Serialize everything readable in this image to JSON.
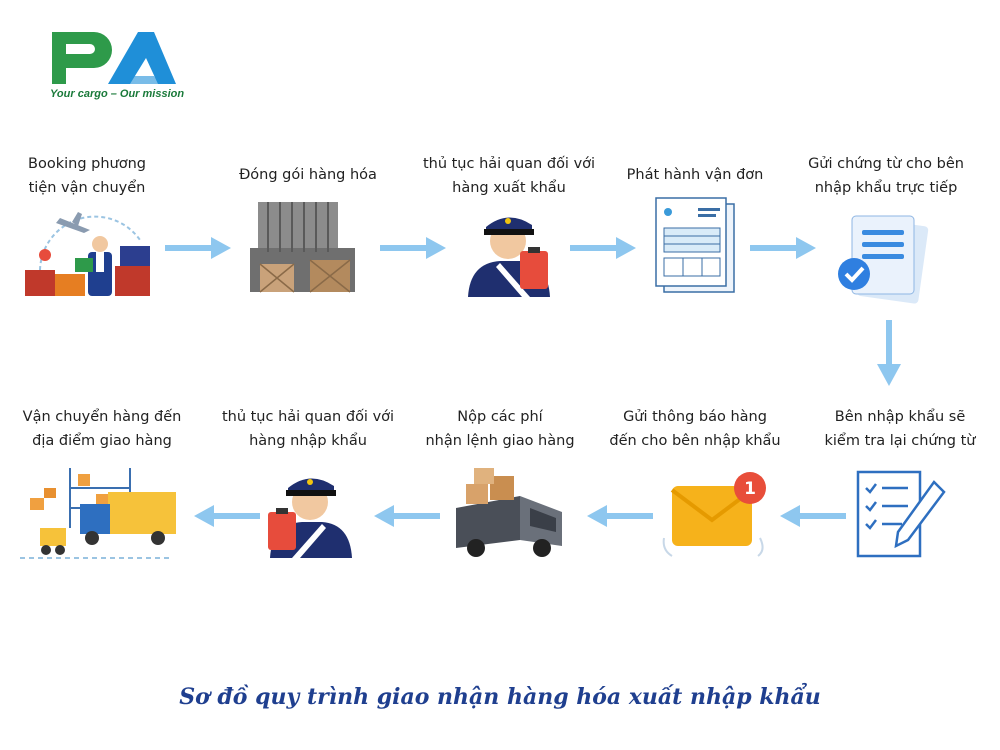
{
  "logo": {
    "letters": "PA",
    "tagline": "Your cargo – Our mission"
  },
  "colors": {
    "green": "#2e9a4a",
    "blue": "#1f8fd8",
    "arrow": "#8ec7ef",
    "caption": "#1f3f8f"
  },
  "steps_top": [
    {
      "line1": "Booking phương",
      "line2": "tiện vận chuyển",
      "icon": "logistics-person-icon"
    },
    {
      "line1": "Đóng gói hàng hóa",
      "line2": "",
      "icon": "shipping-container-icon"
    },
    {
      "line1": "thủ tục hải quan đối với",
      "line2": "hàng xuất khẩu",
      "icon": "customs-officer-icon"
    },
    {
      "line1": "Phát hành vận đơn",
      "line2": "",
      "icon": "bill-of-lading-icon"
    },
    {
      "line1": "Gửi chứng từ cho bên",
      "line2": "nhập khẩu trực tiếp",
      "icon": "documents-check-icon"
    }
  ],
  "steps_bottom": [
    {
      "line1": "Vận chuyển hàng đến",
      "line2": "địa điểm giao hàng",
      "icon": "warehouse-delivery-icon"
    },
    {
      "line1": "thủ tục hải quan đối với",
      "line2": "hàng nhập khẩu",
      "icon": "customs-officer-icon"
    },
    {
      "line1": "Nộp các phí",
      "line2": "nhận lệnh giao hàng",
      "icon": "cargo-truck-icon"
    },
    {
      "line1": "Gửi thông báo hàng",
      "line2": "đến cho bên nhập khẩu",
      "icon": "mail-notification-icon"
    },
    {
      "line1": "Bên nhập khẩu sẽ",
      "line2": "kiểm tra lại chứng từ",
      "icon": "checklist-pen-icon"
    }
  ],
  "notification_badge": "1",
  "caption": "Sơ đồ quy trình giao nhận hàng hóa xuất nhập khẩu"
}
